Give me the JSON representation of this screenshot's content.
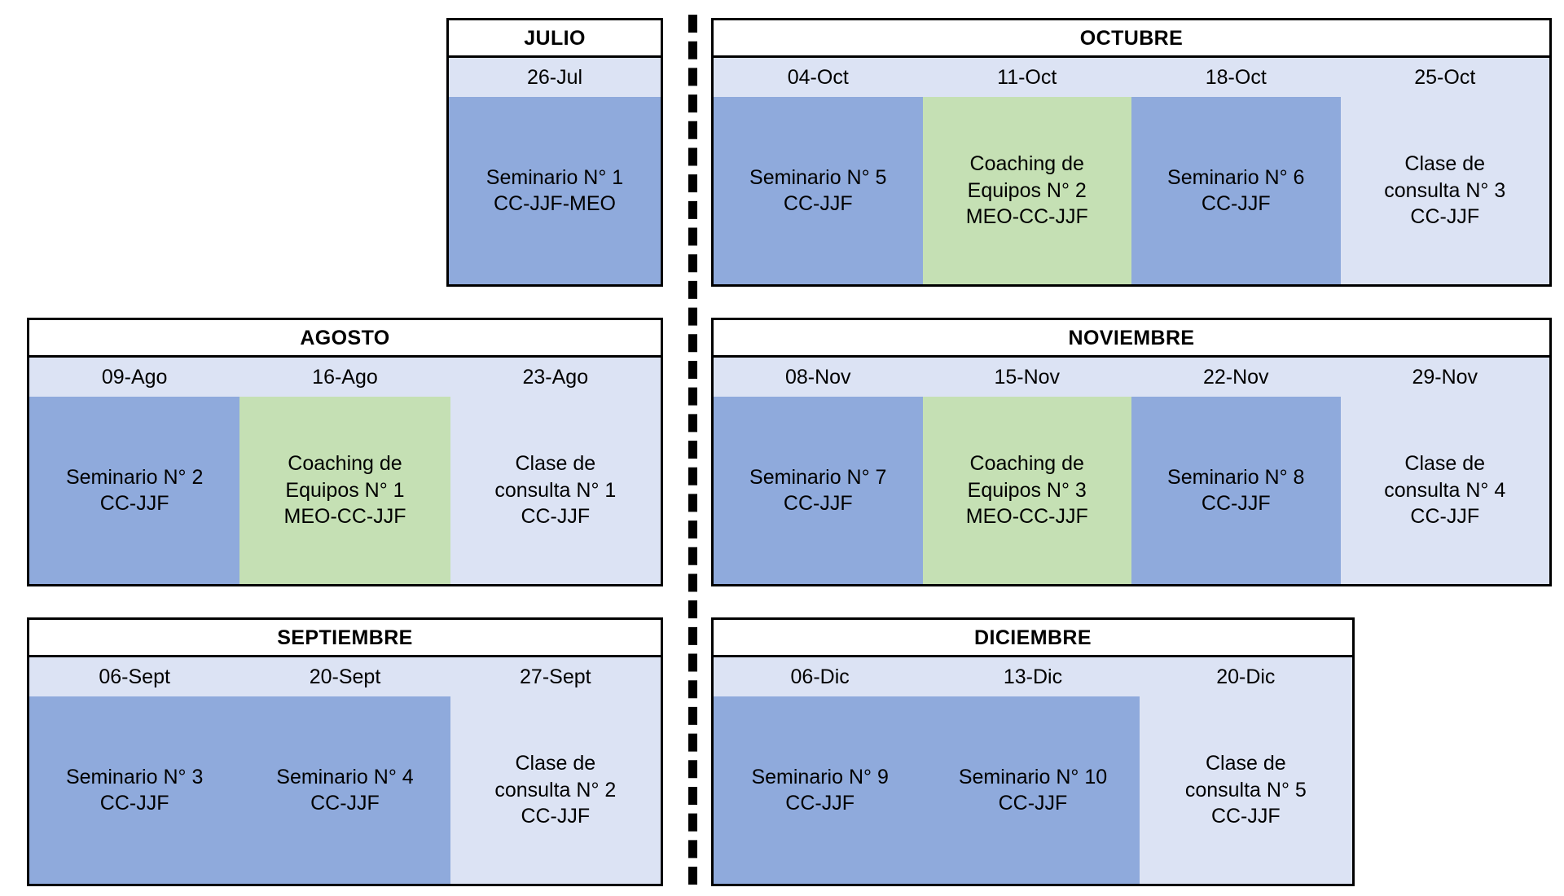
{
  "layout": {
    "divider_color": "#000000",
    "colors": {
      "seminario": "#8faadc",
      "coaching": "#c5e0b4",
      "consulta": "#dce3f4",
      "date_row": "#dce3f4",
      "header_bg": "#ffffff",
      "border": "#000000"
    }
  },
  "months": [
    {
      "id": "julio",
      "title": "JULIO",
      "columns": [
        {
          "date": "26-Jul",
          "kind": "seminario",
          "lines": [
            "Seminario N° 1",
            "CC-JJF-MEO"
          ]
        }
      ]
    },
    {
      "id": "agosto",
      "title": "AGOSTO",
      "columns": [
        {
          "date": "09-Ago",
          "kind": "seminario",
          "lines": [
            "Seminario N° 2",
            "CC-JJF"
          ]
        },
        {
          "date": "16-Ago",
          "kind": "coaching",
          "lines": [
            "Coaching de",
            "Equipos N° 1",
            "MEO-CC-JJF"
          ]
        },
        {
          "date": "23-Ago",
          "kind": "consulta",
          "lines": [
            "Clase de",
            "consulta N° 1",
            "CC-JJF"
          ]
        }
      ]
    },
    {
      "id": "septiembre",
      "title": "SEPTIEMBRE",
      "columns": [
        {
          "date": "06-Sept",
          "kind": "seminario",
          "lines": [
            "Seminario N° 3",
            "CC-JJF"
          ]
        },
        {
          "date": "20-Sept",
          "kind": "seminario",
          "lines": [
            "Seminario N° 4",
            "CC-JJF"
          ]
        },
        {
          "date": "27-Sept",
          "kind": "consulta",
          "lines": [
            "Clase de",
            "consulta N° 2",
            "CC-JJF"
          ]
        }
      ]
    },
    {
      "id": "octubre",
      "title": "OCTUBRE",
      "columns": [
        {
          "date": "04-Oct",
          "kind": "seminario",
          "lines": [
            "Seminario N° 5",
            "CC-JJF"
          ]
        },
        {
          "date": "11-Oct",
          "kind": "coaching",
          "lines": [
            "Coaching de",
            "Equipos N° 2",
            "MEO-CC-JJF"
          ]
        },
        {
          "date": "18-Oct",
          "kind": "seminario",
          "lines": [
            "Seminario N° 6",
            "CC-JJF"
          ]
        },
        {
          "date": "25-Oct",
          "kind": "consulta",
          "lines": [
            "Clase de",
            "consulta N° 3",
            "CC-JJF"
          ]
        }
      ]
    },
    {
      "id": "noviembre",
      "title": "NOVIEMBRE",
      "columns": [
        {
          "date": "08-Nov",
          "kind": "seminario",
          "lines": [
            "Seminario N° 7",
            "CC-JJF"
          ]
        },
        {
          "date": "15-Nov",
          "kind": "coaching",
          "lines": [
            "Coaching de",
            "Equipos N° 3",
            "MEO-CC-JJF"
          ]
        },
        {
          "date": "22-Nov",
          "kind": "seminario",
          "lines": [
            "Seminario N° 8",
            "CC-JJF"
          ]
        },
        {
          "date": "29-Nov",
          "kind": "consulta",
          "lines": [
            "Clase de",
            "consulta N° 4",
            "CC-JJF"
          ]
        }
      ]
    },
    {
      "id": "diciembre",
      "title": "DICIEMBRE",
      "columns": [
        {
          "date": "06-Dic",
          "kind": "seminario",
          "lines": [
            "Seminario N° 9",
            "CC-JJF"
          ]
        },
        {
          "date": "13-Dic",
          "kind": "seminario",
          "lines": [
            "Seminario N° 10",
            "CC-JJF"
          ]
        },
        {
          "date": "20-Dic",
          "kind": "consulta",
          "lines": [
            "Clase de",
            "consulta N° 5",
            "CC-JJF"
          ]
        }
      ]
    }
  ]
}
